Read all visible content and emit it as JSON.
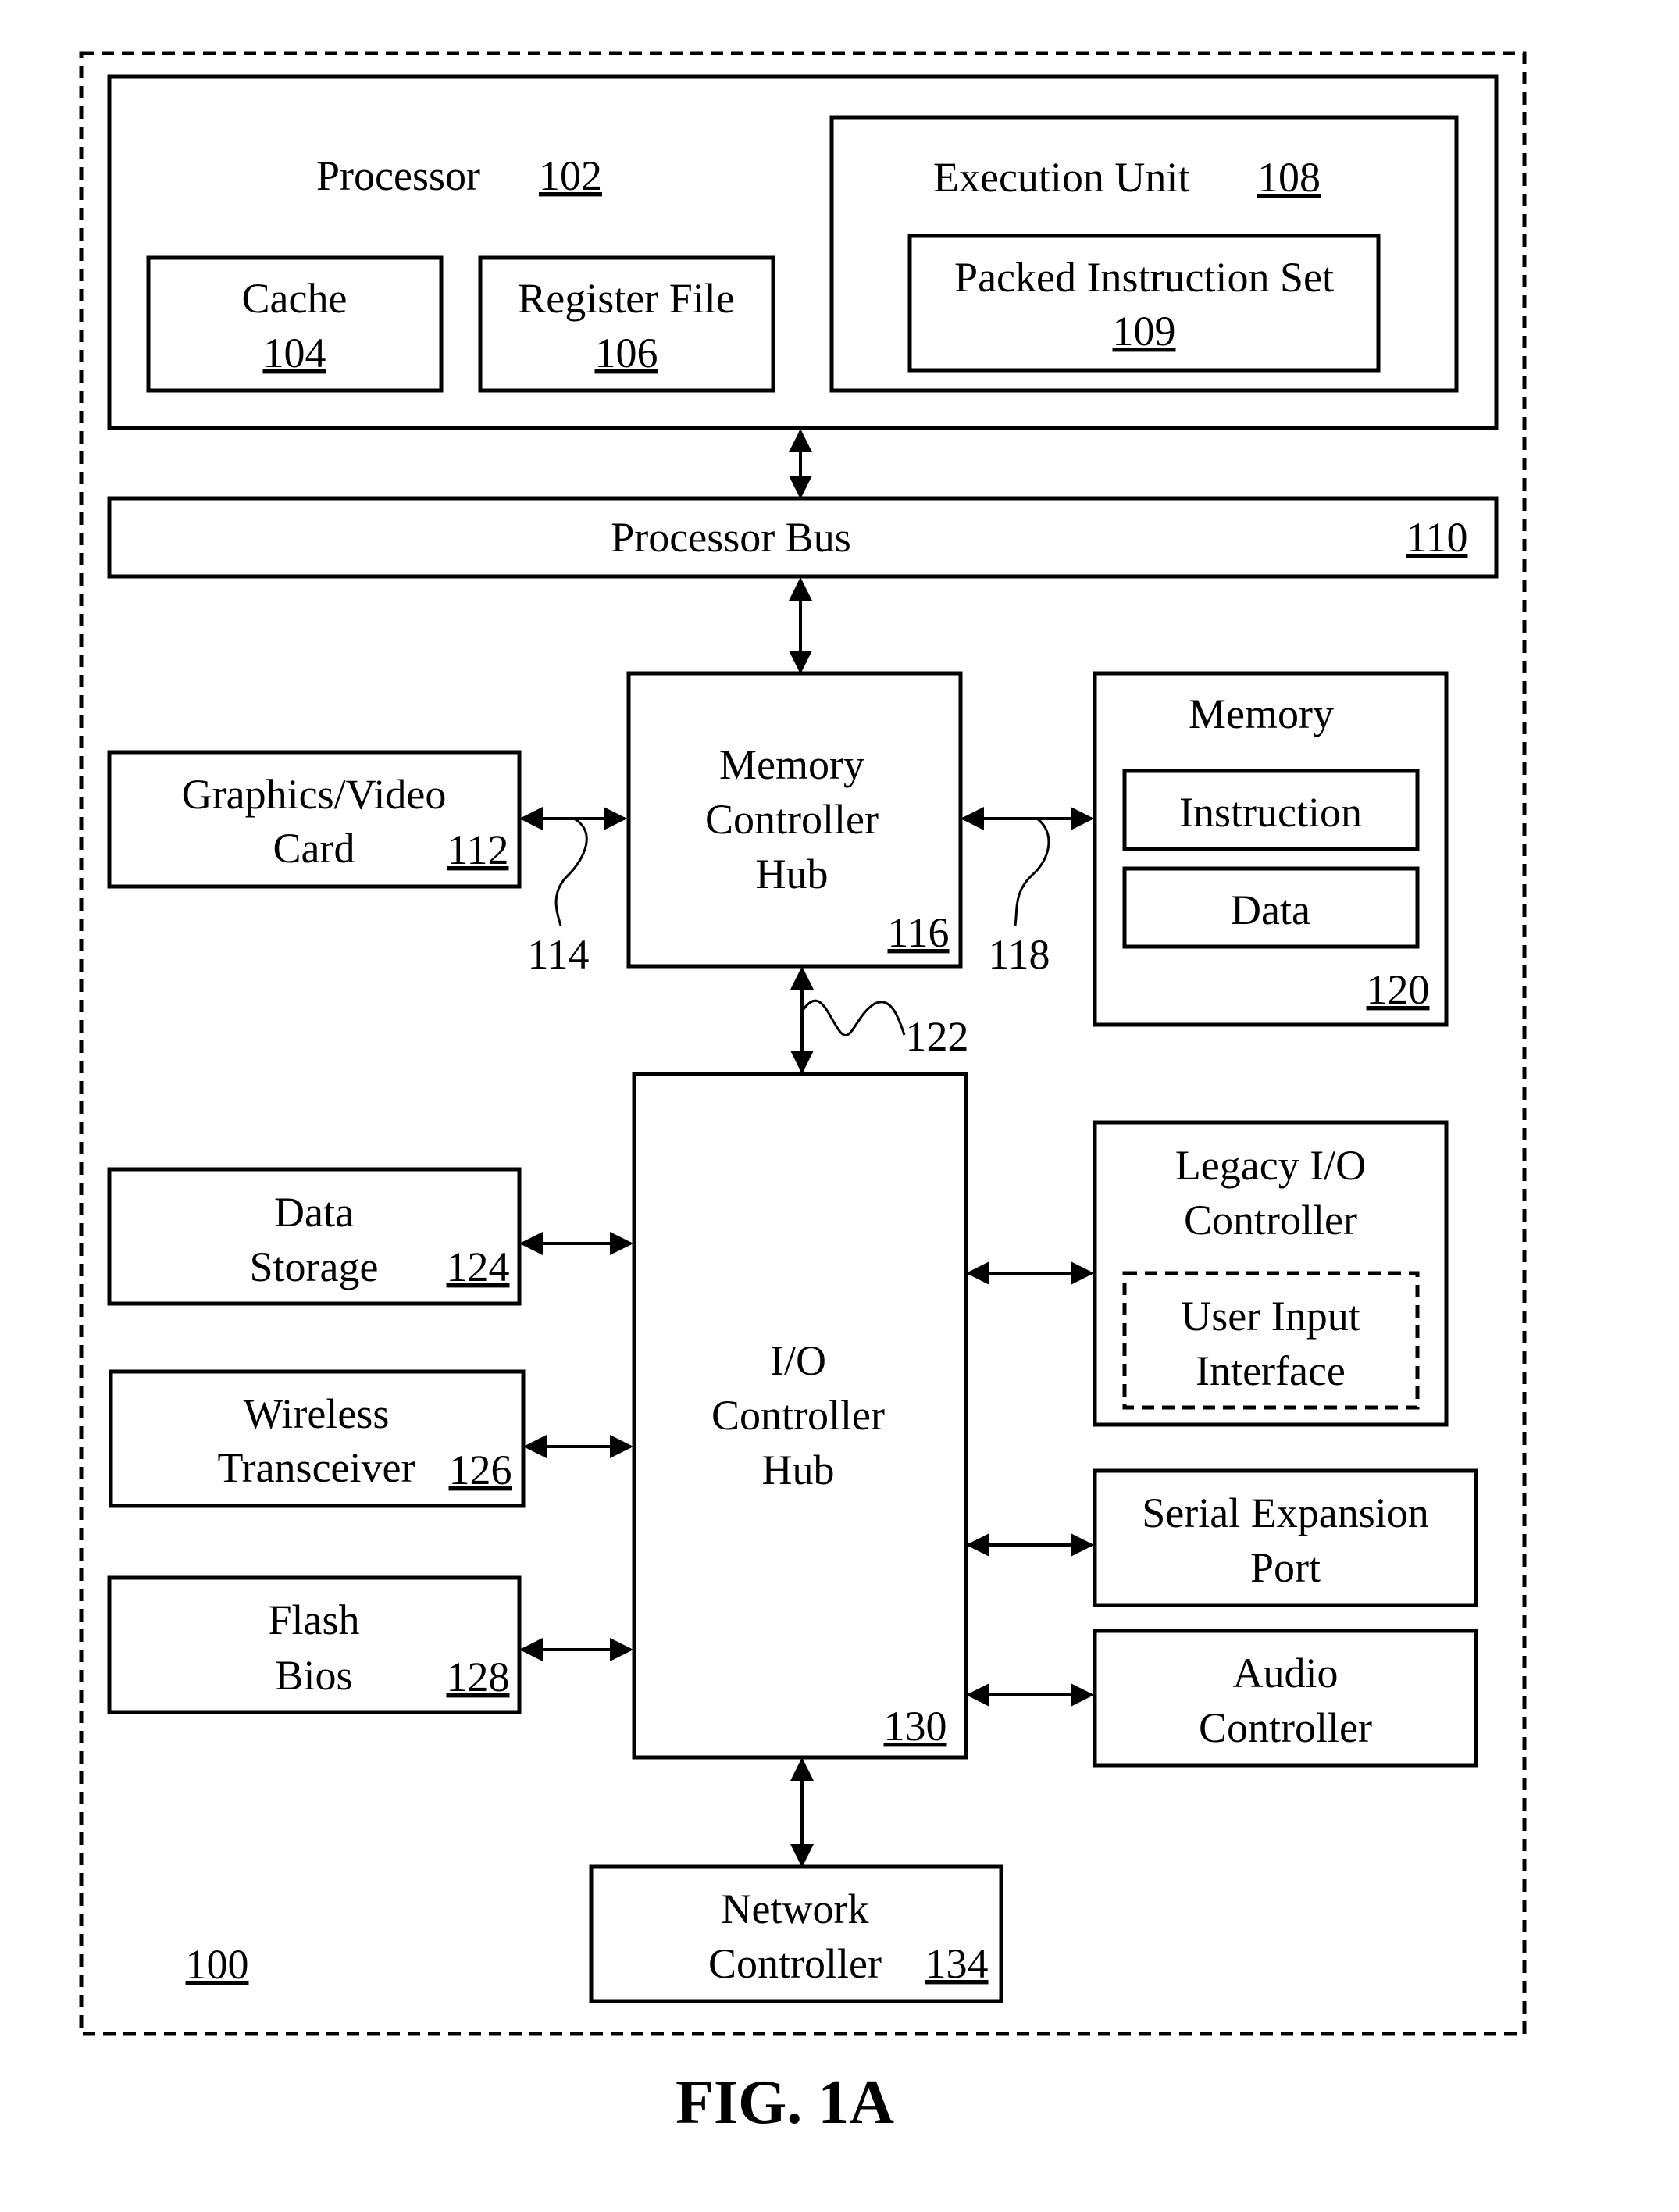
{
  "figure": {
    "caption": "FIG. 1A",
    "system_ref": "100"
  },
  "processor": {
    "label": "Processor",
    "ref": "102",
    "cache": {
      "label": "Cache",
      "ref": "104"
    },
    "register_file": {
      "label": "Register File",
      "ref": "106"
    },
    "execution_unit": {
      "label": "Execution Unit",
      "ref": "108",
      "packed_instruction_set": {
        "label": "Packed Instruction Set",
        "ref": "109"
      }
    }
  },
  "processor_bus": {
    "label": "Processor Bus",
    "ref": "110"
  },
  "graphics_card": {
    "line1": "Graphics/Video",
    "line2": "Card",
    "ref": "112"
  },
  "memory_controller_hub": {
    "line1": "Memory",
    "line2": "Controller",
    "line3": "Hub",
    "ref": "116"
  },
  "memory": {
    "label": "Memory",
    "ref": "120",
    "instruction": "Instruction",
    "data": "Data"
  },
  "link_refs": {
    "graphics_link": "114",
    "memory_link": "118",
    "hub_link": "122"
  },
  "io_controller_hub": {
    "line1": "I/O",
    "line2": "Controller",
    "line3": "Hub",
    "ref": "130"
  },
  "data_storage": {
    "line1": "Data",
    "line2": "Storage",
    "ref": "124"
  },
  "wireless_transceiver": {
    "line1": "Wireless",
    "line2": "Transceiver",
    "ref": "126"
  },
  "flash_bios": {
    "line1": "Flash",
    "line2": "Bios",
    "ref": "128"
  },
  "legacy_io_controller": {
    "line1": "Legacy I/O",
    "line2": "Controller",
    "user_input_line1": "User Input",
    "user_input_line2": "Interface"
  },
  "serial_expansion_port": {
    "line1": "Serial Expansion",
    "line2": "Port"
  },
  "audio_controller": {
    "line1": "Audio",
    "line2": "Controller"
  },
  "network_controller": {
    "line1": "Network",
    "line2": "Controller",
    "ref": "134"
  }
}
